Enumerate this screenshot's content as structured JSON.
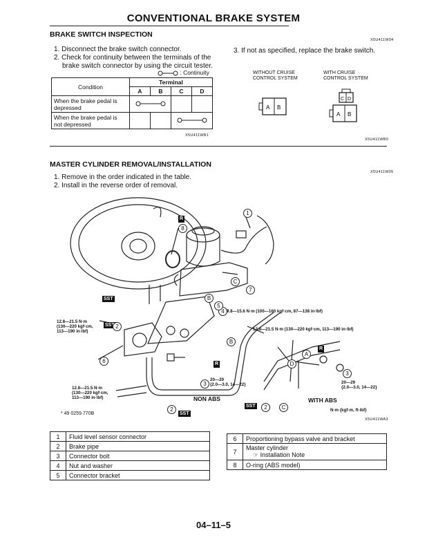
{
  "page_title": "CONVENTIONAL BRAKE SYSTEM",
  "brake_switch": {
    "heading": "BRAKE SWITCH INSPECTION",
    "code_top": "X5U411W04",
    "steps": [
      "1. Disconnect the brake switch connector.",
      "2. Check for continuity between the terminals of the",
      "brake switch connector by using the circuit tester."
    ],
    "step3": "3. If not as specified, replace the brake switch.",
    "legend": ": Continuity",
    "table": {
      "condition_header": "Condition",
      "terminal_header": "Terminal",
      "terminals": [
        "A",
        "B",
        "C",
        "D"
      ],
      "rows": [
        [
          "When the brake pedal is",
          "depressed"
        ],
        [
          "When the brake pedal is",
          "not depressed"
        ]
      ]
    },
    "table_code": "X5U411WB1",
    "without_cruise": [
      "WITHOUT CRUISE",
      "CONTROL SYSTEM"
    ],
    "with_cruise": [
      "WITH CRUISE",
      "CONTROL SYSTEM"
    ],
    "connector_letters": {
      "a": "A",
      "b": "B",
      "c": "C",
      "d": "D"
    },
    "figure_code": "X5U411WB0"
  },
  "master_cylinder": {
    "heading": "MASTER CYLINDER REMOVAL/INSTALLATION",
    "code": "X5U411W05",
    "steps": [
      "1. Remove in the order indicated in the table.",
      "2. Install in the reverse order of removal."
    ],
    "figure": {
      "r_label": "R",
      "sst_label": "SST",
      "torque_left": [
        "12.8—21.5 N·m",
        "(130—220 kgf·cm,",
        "113—190 in·lbf)"
      ],
      "torque_nut": "9.8—15.6 N·m (100—160 kgf·cm, 87—138 in·lbf)",
      "torque_pipe": "12.8—21.5 N·m (130—220 kgf·cm, 113—190 in·lbf)",
      "torque_lower": [
        "12.8—21.5 N·m",
        "(130—220 kgf·cm,",
        "113—190 in·lbf)"
      ],
      "torque_small": [
        "20—29",
        "{2.0—3.0, 14—22}"
      ],
      "torque_small_right": [
        "20—29",
        "{2.0—3.0, 14—22}"
      ],
      "non_abs": "NON ABS",
      "with_abs": "WITH ABS",
      "sst_part": "* 49 0259 770B",
      "units": "N·m {kgf·m, ft·lbf}",
      "figure_code": "X5U411WA3",
      "callouts": [
        "1",
        "2",
        "3",
        "4",
        "5",
        "6",
        "7",
        "8"
      ],
      "letters": [
        "A",
        "B",
        "C",
        "D"
      ]
    },
    "parts_left": [
      {
        "n": "1",
        "text": "Fluid level sensor connector"
      },
      {
        "n": "2",
        "text": "Brake pipe"
      },
      {
        "n": "3",
        "text": "Connector bolt"
      },
      {
        "n": "4",
        "text": "Nut and washer"
      },
      {
        "n": "5",
        "text": "Connector bracket"
      }
    ],
    "parts_right": [
      {
        "n": "6",
        "text": "Proportioning bypass valve and bracket"
      },
      {
        "n": "7",
        "text": "Master cylinder",
        "note": "☞ Installation Note"
      },
      {
        "n": "8",
        "text": "O-ring (ABS model)"
      }
    ]
  },
  "page_number": "04–11–5"
}
